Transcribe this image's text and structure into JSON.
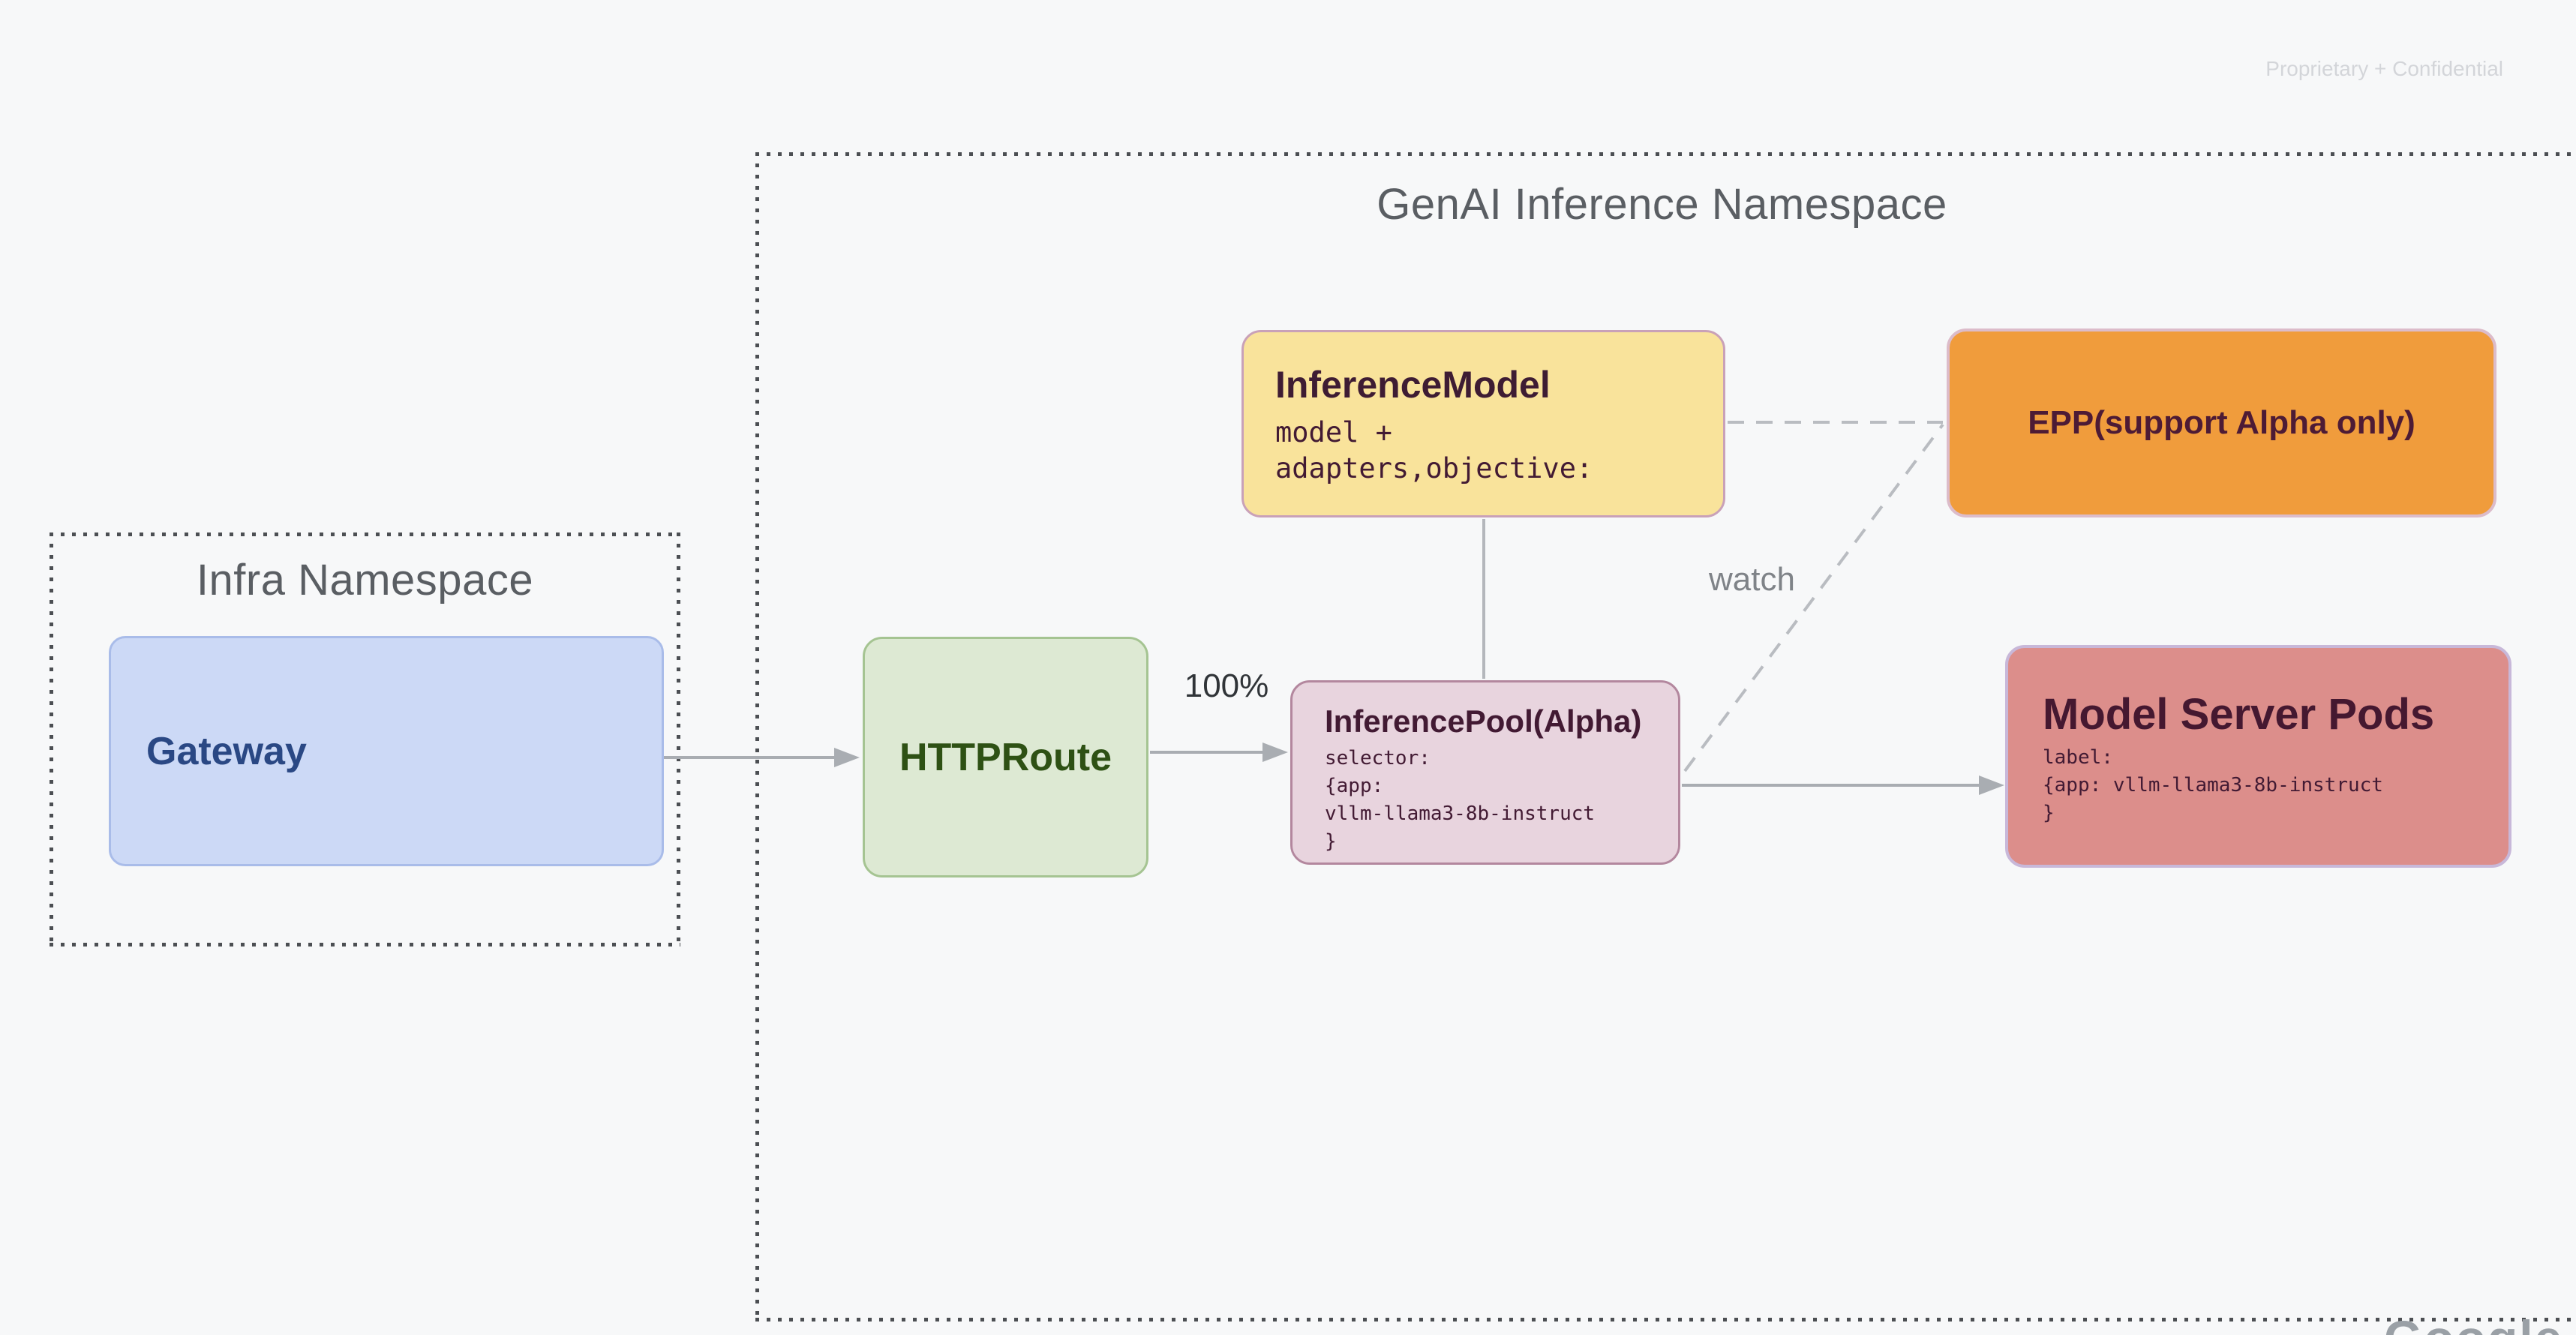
{
  "page": {
    "watermark": "Proprietary + Confidential",
    "footer_logo": "Google",
    "background": "#f7f8f9"
  },
  "namespaces": {
    "genai": {
      "title": "GenAI Inference Namespace"
    },
    "infra": {
      "title": "Infra Namespace"
    }
  },
  "nodes": {
    "gateway": {
      "label": "Gateway",
      "fill": "#ccd9f6",
      "border": "#a9bce9",
      "text_color": "#2a4884"
    },
    "httproute": {
      "label": "HTTPRoute",
      "fill": "#dde9d3",
      "border": "#a5c492",
      "text_color": "#2e5114"
    },
    "inference_model": {
      "title": "InferenceModel",
      "code": [
        "model +",
        "adapters,objective:"
      ],
      "fill": "#f9e39b",
      "border": "#c9a1b8",
      "text_color": "#3e1c33"
    },
    "epp": {
      "label": "EPP(support Alpha only)",
      "fill": "#f09c3c",
      "border": "#dcbcca",
      "text_color": "#4d1b35"
    },
    "inference_pool": {
      "title": "InferencePool(Alpha)",
      "code": [
        "selector:",
        "{app:",
        "vllm-llama3-8b-instruct",
        "}"
      ],
      "fill": "#e8d4de",
      "border": "#b3879e",
      "text_color": "#421a33"
    },
    "model_server_pods": {
      "title": "Model Server Pods",
      "code": [
        "label:",
        "{app: vllm-llama3-8b-instruct",
        "}"
      ],
      "fill": "#dc8e8b",
      "border": "#c8b8d9",
      "text_color": "#451830"
    }
  },
  "edges": {
    "gateway_to_httproute": {
      "label": ""
    },
    "httproute_to_pool": {
      "label": "100%"
    },
    "pool_to_epp": {
      "label": "watch"
    },
    "arrow_color": "#a9adb2",
    "dashed_color": "#b9bcc1"
  }
}
